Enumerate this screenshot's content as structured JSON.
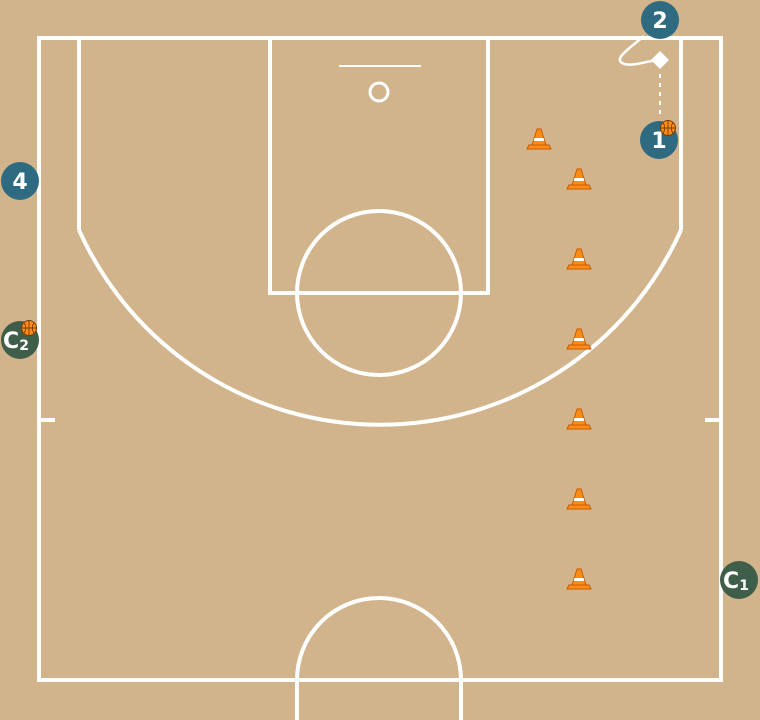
{
  "court": {
    "surface_color": "#d2b48c",
    "line_color": "#ffffff"
  },
  "players": [
    {
      "label": "2",
      "color": "#2f6b80",
      "has_ball": false
    },
    {
      "label": "1",
      "color": "#2f6b80",
      "has_ball": true
    },
    {
      "label": "4",
      "color": "#2f6b80",
      "has_ball": false
    }
  ],
  "coaches": [
    {
      "label": "C",
      "sub": "2",
      "color": "#3f5e4a",
      "has_ball": true
    },
    {
      "label": "C",
      "sub": "1",
      "color": "#3f5e4a",
      "has_ball": false
    }
  ],
  "cones": {
    "count": 7,
    "color": "#ff8c1a"
  },
  "ball_color": "#ff8c1a",
  "icons": [
    "basketball-icon",
    "cone-icon",
    "diamond-marker-icon"
  ]
}
